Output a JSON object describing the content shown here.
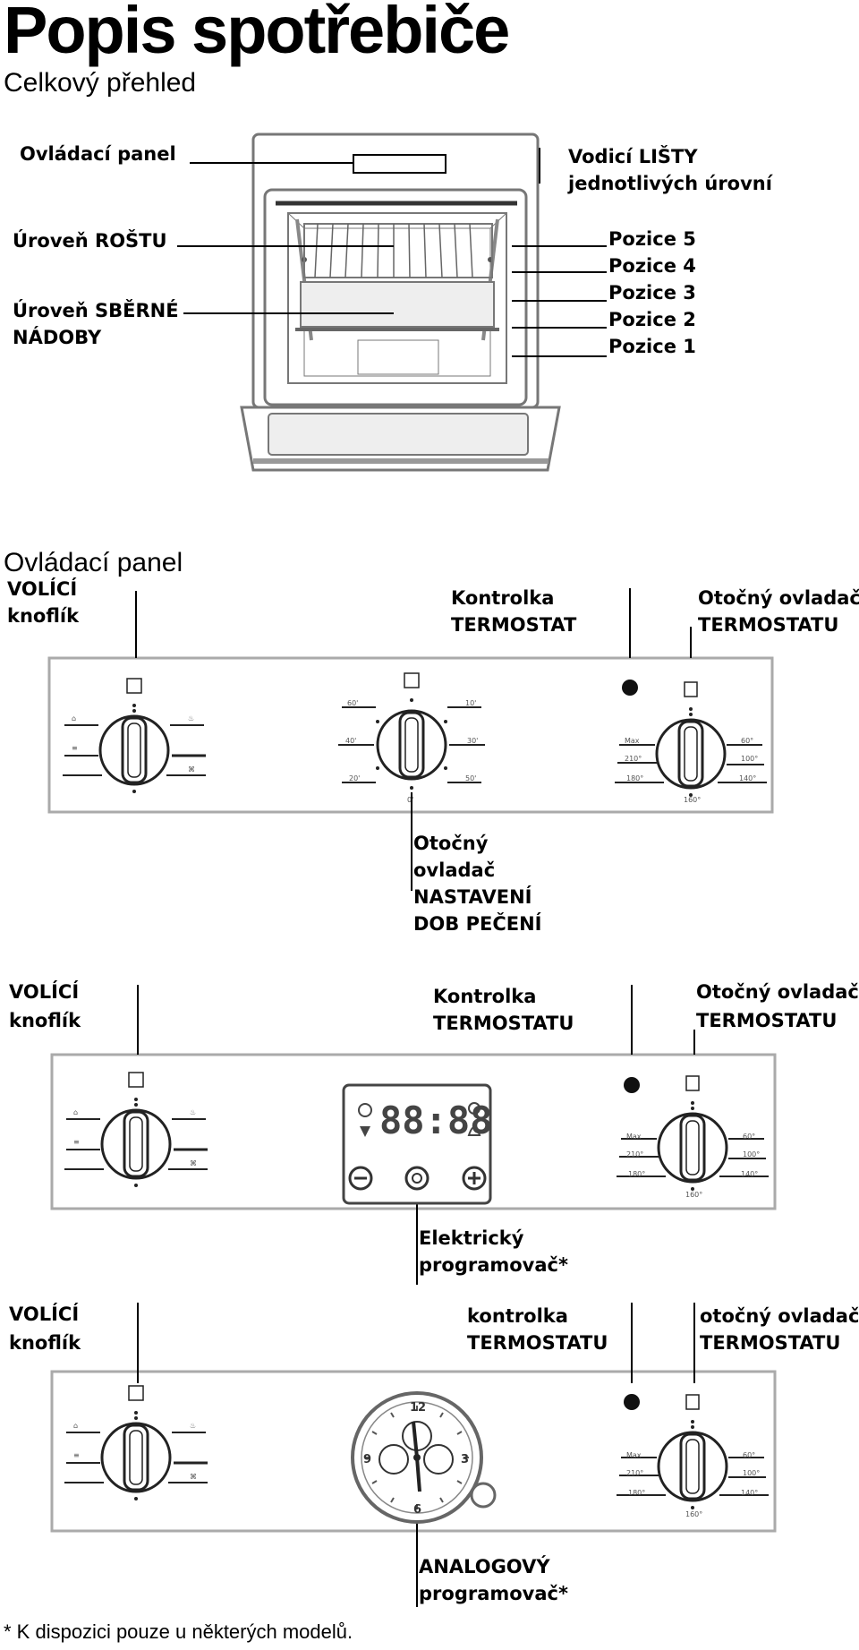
{
  "heading": "Popis spotřebiče",
  "overview": {
    "title": "Celkový přehled",
    "labels": {
      "control_panel": "Ovládací panel",
      "grill_level": "Úroveň ROŠTU",
      "tray_level_1": "Úroveň SBĚRNÉ",
      "tray_level_2": "NÁDOBY",
      "rails_1": "Vodicí LIŠTY",
      "rails_2": "jednotlivých úrovní",
      "pos5": "Pozice 5",
      "pos4": "Pozice 4",
      "pos3": "Pozice 3",
      "pos2": "Pozice 2",
      "pos1": "Pozice 1"
    }
  },
  "panel_section": {
    "title": "Ovládací panel",
    "panel1": {
      "selector_1": "VOLÍCÍ",
      "selector_2": "knoflík",
      "lamp_1": "Kontrolka",
      "lamp_2": "TERMOSTAT",
      "thermo_1": "Otočný ovladač",
      "thermo_2": "TERMOSTATU",
      "timer_1": "Otočný",
      "timer_2": "ovladač",
      "timer_3": "NASTAVENÍ",
      "timer_4": "DOB PEČENÍ"
    },
    "panel2": {
      "selector_1": "VOLÍCÍ",
      "selector_2": "knoflík",
      "lamp_1": "Kontrolka",
      "lamp_2": "TERMOSTATU",
      "thermo_1": "Otočný ovladač",
      "thermo_2": "TERMOSTATU",
      "prog_1": "Elektrický",
      "prog_2": "programovač*",
      "display": "88:88"
    },
    "panel3": {
      "selector_1": "VOLÍCÍ",
      "selector_2": "knoflík",
      "lamp_1": "kontrolka",
      "lamp_2": "TERMOSTATU",
      "thermo_1": "otočný ovladač",
      "thermo_2": "TERMOSTATU",
      "prog_1": "ANALOGOVÝ",
      "prog_2": "programovač*",
      "clock_12": "12",
      "clock_3": "3",
      "clock_6": "6",
      "clock_9": "9"
    },
    "thermo_scale": [
      "Max",
      "210°",
      "180°",
      "160°",
      "140°",
      "100°",
      "60°"
    ],
    "timer_scale": [
      "60'",
      "40'",
      "20'",
      "0'",
      "10'",
      "30'",
      "50'"
    ]
  },
  "footnote": "* K dispozici pouze u některých modelů."
}
